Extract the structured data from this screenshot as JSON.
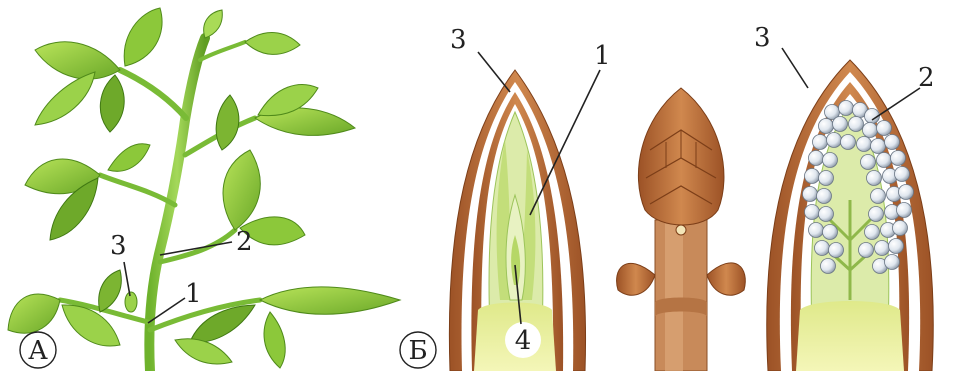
{
  "panels": {
    "a": {
      "label": "А",
      "callouts": {
        "one": "1",
        "two": "2",
        "three": "3"
      }
    },
    "b": {
      "label": "Б",
      "callouts": {
        "left_three": "3",
        "left_one": "1",
        "left_four": "4",
        "right_three": "3",
        "right_two": "2"
      }
    }
  },
  "colors": {
    "leaf_light": "#a7d64b",
    "leaf_dark": "#5e9a1f",
    "stem": "#7bbf3a",
    "scale_brown": "#b9673a",
    "bud_inner": "#dfeaa0",
    "bud_base": "#eef27a",
    "flower_bud": "#e9eef4"
  }
}
